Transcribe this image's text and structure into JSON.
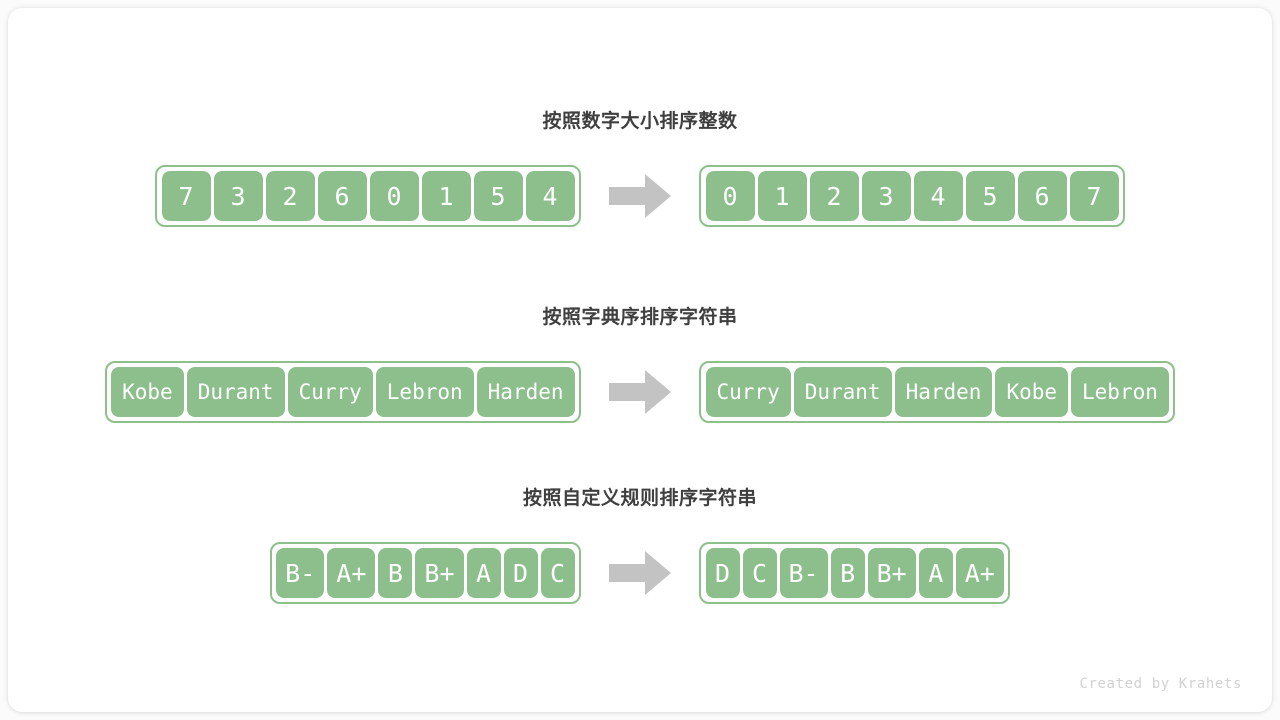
{
  "page": {
    "background": "#fbfbfb",
    "card_background": "#ffffff",
    "accent_green": "#8cbf8c",
    "border_green": "#8ec08c",
    "arrow_gray": "#c3c3c3",
    "title_color": "#3f3f3f",
    "credit": "Created by Krahets"
  },
  "icons": {
    "arrow": "right-arrow-icon"
  },
  "sections": [
    {
      "title": "按照数字大小排序整数",
      "before": [
        "7",
        "3",
        "2",
        "6",
        "0",
        "1",
        "5",
        "4"
      ],
      "after": [
        "0",
        "1",
        "2",
        "3",
        "4",
        "5",
        "6",
        "7"
      ]
    },
    {
      "title": "按照字典序排序字符串",
      "before": [
        "Kobe",
        "Durant",
        "Curry",
        "Lebron",
        "Harden"
      ],
      "after": [
        "Curry",
        "Durant",
        "Harden",
        "Kobe",
        "Lebron"
      ]
    },
    {
      "title": "按照自定义规则排序字符串",
      "before": [
        "B-",
        "A+",
        "B",
        "B+",
        "A",
        "D",
        "C"
      ],
      "after": [
        "D",
        "C",
        "B-",
        "B",
        "B+",
        "A",
        "A+"
      ]
    }
  ]
}
